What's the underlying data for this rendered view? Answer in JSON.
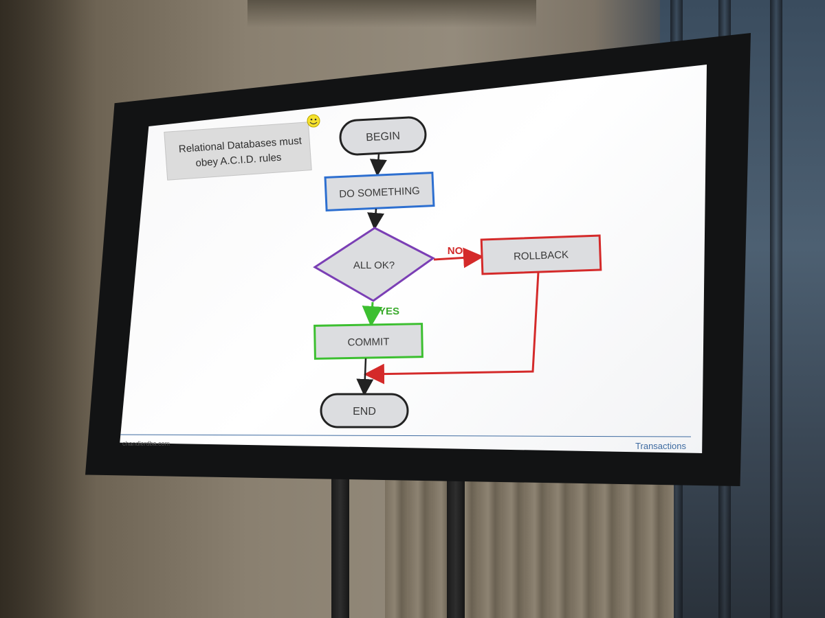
{
  "slide": {
    "note": {
      "line1": "Relational Databases must",
      "line2": "obey A.C.I.D. rules",
      "emoji_icon": "smiley-icon"
    },
    "flowchart": {
      "begin": "BEGIN",
      "do_something": "DO SOMETHING",
      "decision": "ALL OK?",
      "rollback": "ROLLBACK",
      "commit": "COMMIT",
      "end": "END",
      "no_label": "NO",
      "yes_label": "YES"
    },
    "footer": {
      "left": "chandlerdba.com",
      "right": "Transactions"
    }
  },
  "colors": {
    "do_something_border": "#2d6fd0",
    "decision_border": "#7b3fb5",
    "rollback_border": "#d42a2a",
    "commit_border": "#3cbf30",
    "terminal_border": "#222222",
    "footer_title": "#3d6aa0"
  }
}
